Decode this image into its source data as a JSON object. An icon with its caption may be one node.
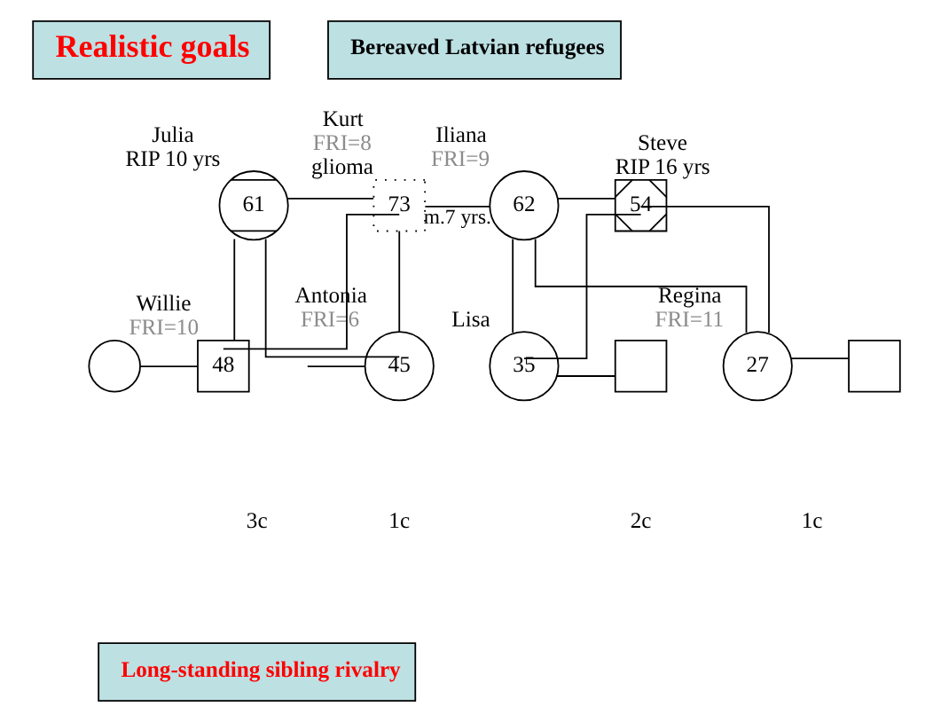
{
  "diagram": {
    "nodes": [
      {
        "text": [
          "Realistic goals"
        ]
      },
      {
        "text": [
          "Bereaved Latvian refugees"
        ]
      },
      {
        "text": [
          "61"
        ],
        "beside": [
          "Julia",
          "RIP 10 yrs"
        ]
      },
      {
        "text": [
          "73"
        ],
        "beside": [
          "Kurt",
          "FRI=8",
          "glioma"
        ]
      },
      {
        "text": [
          "62"
        ],
        "beside": [
          "Iliana",
          "FRI=9"
        ]
      },
      {
        "text": [
          "54"
        ],
        "beside": [
          "Steve",
          "RIP 16 yrs"
        ]
      },
      {
        "text": [],
        "shape": "circle"
      },
      {
        "text": [
          "48"
        ],
        "beside": [
          "Willie",
          "FRI=10"
        ]
      },
      {
        "text": [
          "45"
        ],
        "beside": [
          "Antonia",
          "FRI=6"
        ]
      },
      {
        "text": [
          "35"
        ],
        "beside": [
          "Lisa"
        ]
      },
      {
        "text": [],
        "shape": "box"
      },
      {
        "text": [
          "27"
        ],
        "beside": [
          "Regina",
          "FRI=11"
        ]
      },
      {
        "text": [],
        "shape": "box"
      },
      {
        "text": [
          "Long-standing sibling rivalry"
        ]
      }
    ],
    "edges": [
      {
        "from": 2,
        "to": 3,
        "arrow": "none"
      },
      {
        "from": 3,
        "to": 4,
        "arrow": "none",
        "label": "m.7 yrs."
      },
      {
        "from": 4,
        "to": 5,
        "arrow": "none"
      },
      {
        "from": 2,
        "to": 7,
        "arrow": "none"
      },
      {
        "from": 3,
        "to": 7,
        "arrow": "none"
      },
      {
        "from": 2,
        "to": 8,
        "arrow": "none"
      },
      {
        "from": 3,
        "to": 8,
        "arrow": "none"
      },
      {
        "from": 4,
        "to": 9,
        "arrow": "none"
      },
      {
        "from": 5,
        "to": 9,
        "arrow": "none"
      },
      {
        "from": 4,
        "to": 11,
        "arrow": "none"
      },
      {
        "from": 5,
        "to": 11,
        "arrow": "none"
      },
      {
        "from": 6,
        "to": 7,
        "arrow": "none"
      },
      {
        "from": null,
        "to": 8,
        "arrow": "none"
      },
      {
        "from": 9,
        "to": 10,
        "arrow": "none"
      },
      {
        "from": 11,
        "to": 12,
        "arrow": "none"
      }
    ],
    "labels": [
      "3c",
      "1c",
      "2c",
      "1c"
    ]
  }
}
